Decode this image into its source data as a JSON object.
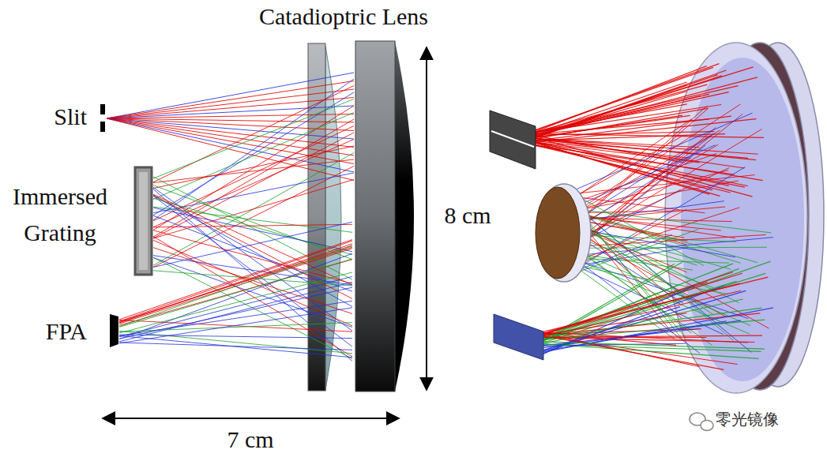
{
  "diagram": {
    "labels": [
      "Catadioptric Lens",
      "Slit",
      "Immersed Grating",
      "8 cm",
      "FPA",
      "7 cm",
      "零光镜像"
    ]
  }
}
